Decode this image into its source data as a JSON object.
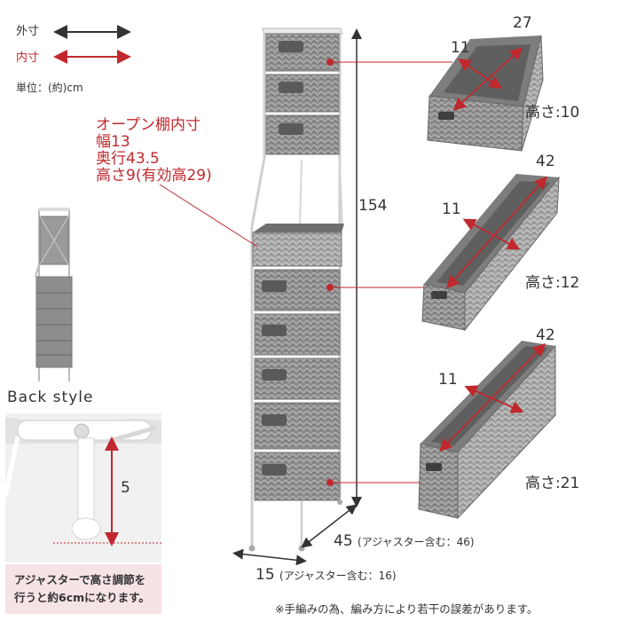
{
  "legend": {
    "outer_label": "外寸",
    "inner_label": "内寸",
    "unit_label": "単位：(約)cm",
    "outer_color": "#333333",
    "inner_color": "#c0282d"
  },
  "open_shelf": {
    "title": "オープン棚内寸",
    "width": "幅13",
    "depth": "奥行43.5",
    "height": "高さ9(有効高29)"
  },
  "rack_dims": {
    "height": "154",
    "depth": "45",
    "depth_note": "(アジャスター含む：46)",
    "width": "15",
    "width_note": "(アジャスター含む：16)"
  },
  "baskets": [
    {
      "length": "27",
      "width": "11",
      "height": "高さ:10"
    },
    {
      "length": "42",
      "width": "11",
      "height": "高さ:12"
    },
    {
      "length": "42",
      "width": "11",
      "height": "高さ:21"
    }
  ],
  "back_style_label": "Back style",
  "adjuster": {
    "value": "5",
    "note_line1": "アジャスターで高さ調節を",
    "note_line2": "行うと約6cmになります。"
  },
  "footer_note": "※手編みの為、編み方により若干の誤差があります。"
}
